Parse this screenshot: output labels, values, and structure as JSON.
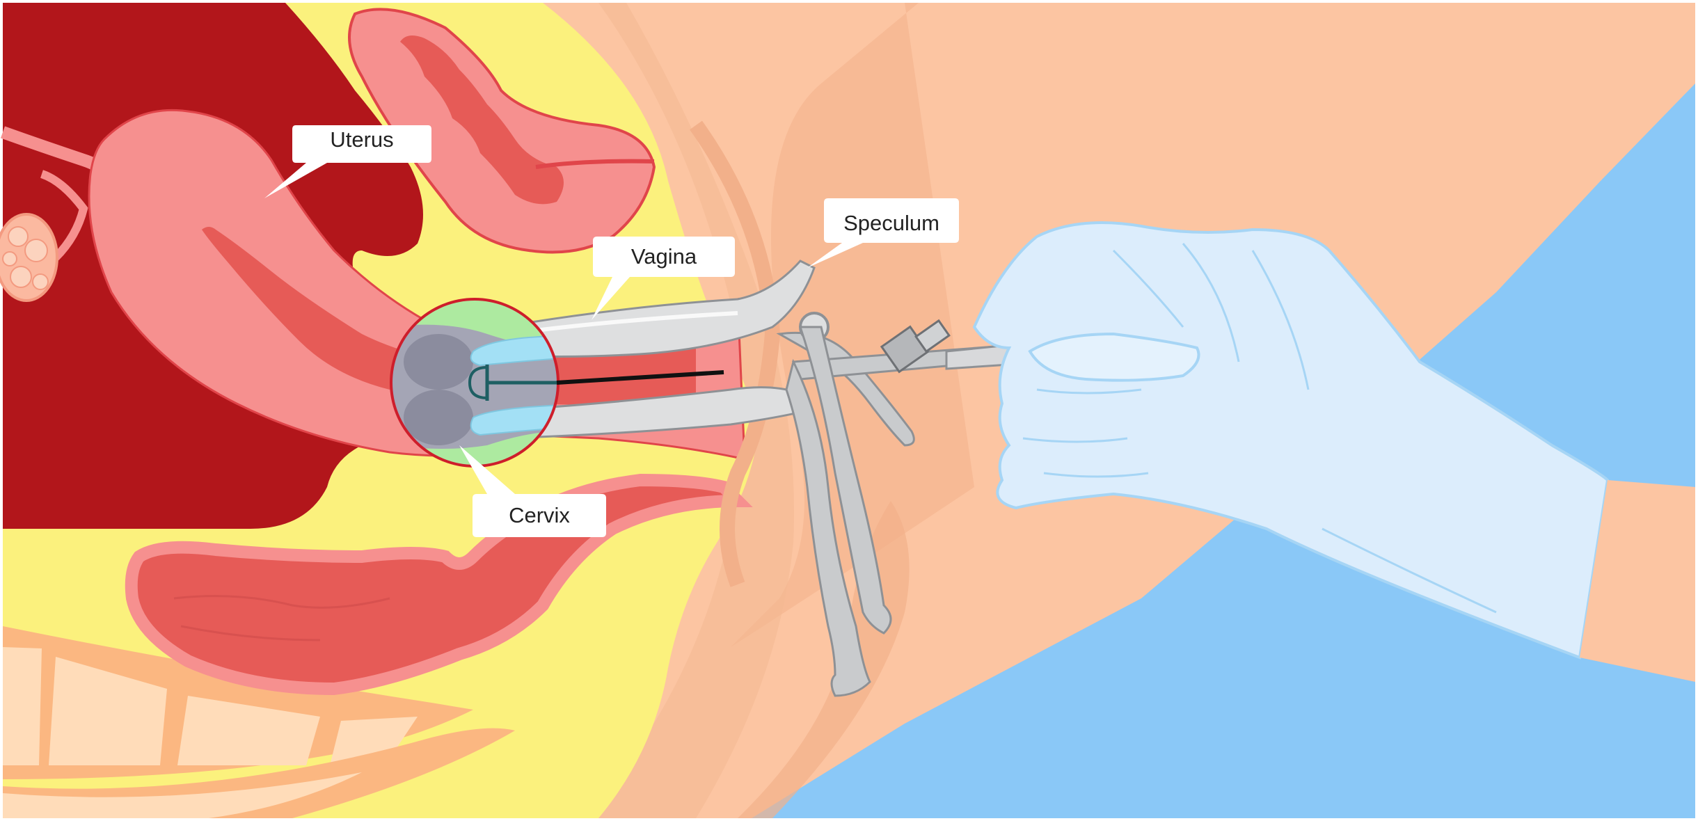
{
  "labels": {
    "uterus": "Uterus",
    "vagina": "Vagina",
    "speculum": "Speculum",
    "cervix": "Cervix"
  },
  "colors": {
    "background_skin": "#FCC5A2",
    "skin_shadow": "#F2B08A",
    "fat_yellow": "#FBF17D",
    "dark_red": "#B2161B",
    "pink": "#F6908F",
    "red_muscle": "#E65B57",
    "red_outline": "#E0454A",
    "drape_blue": "#8AC8F7",
    "glove_blue": "#DCEDFC",
    "glove_outline": "#A6D5F5",
    "steel": "#C9CBCD",
    "steel_dark": "#8E9195",
    "steel_light": "#EEEEEF",
    "magnifier_ring": "#CE1E2B",
    "magnifier_green": "#ADEAA0",
    "magnifier_gray": "#A4A5B5",
    "speculum_blade_blue": "#A3E0F5",
    "label_bg": "#FFFFFF",
    "bone": "#FFDCB9",
    "bone_outline": "#FBB781"
  },
  "icons": {
    "speculum": "speculum-icon",
    "glove": "gloved-hand-icon",
    "magnifier": "magnifier-circle-icon",
    "iud": "iud-device-icon"
  }
}
